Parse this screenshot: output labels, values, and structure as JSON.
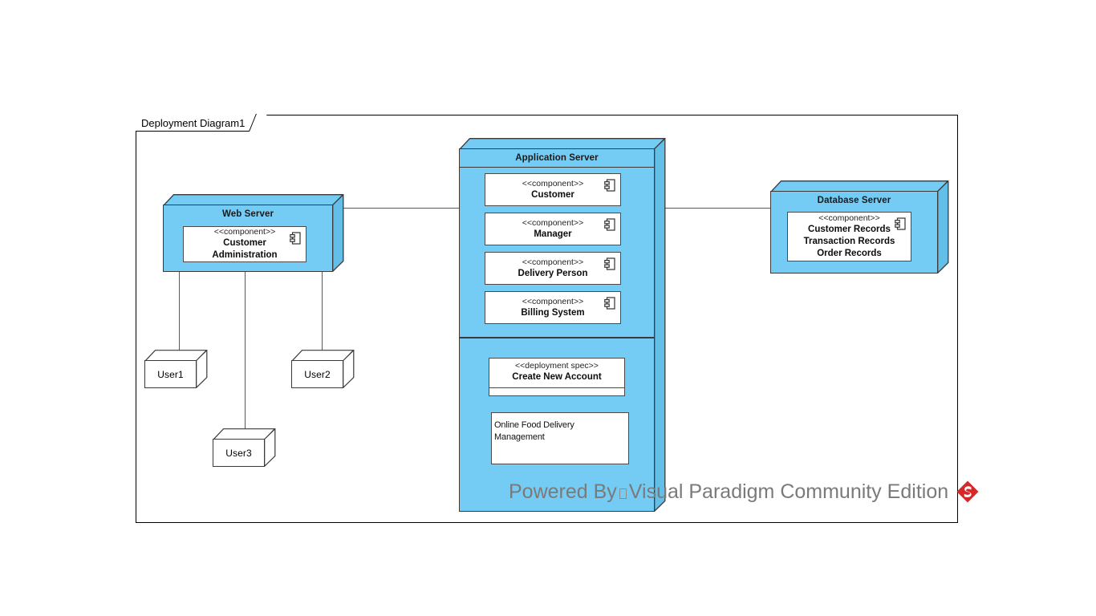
{
  "diagram": {
    "frame_label": "Deployment Diagram1",
    "colors": {
      "node_fill": "#74ccf4",
      "node_stroke": "#3a3a3a",
      "component_fill": "#ffffff",
      "connector": "#555a5e",
      "watermark_text": "#7a7a7a",
      "logo_red": "#d62828"
    }
  },
  "nodes": {
    "web_server": {
      "title": "Web Server",
      "component": {
        "stereotype": "<<component>>",
        "name_line1": "Customer",
        "name_line2": "Administration",
        "icon": "component-icon"
      }
    },
    "application_server": {
      "title": "Application Server",
      "components": [
        {
          "stereotype": "<<component>>",
          "name": "Customer",
          "icon": "component-icon"
        },
        {
          "stereotype": "<<component>>",
          "name": "Manager",
          "icon": "component-icon"
        },
        {
          "stereotype": "<<component>>",
          "name": "Delivery Person",
          "icon": "component-icon"
        },
        {
          "stereotype": "<<component>>",
          "name": "Billing System",
          "icon": "component-icon"
        }
      ],
      "deployment_spec": {
        "stereotype": "<<deployment spec>>",
        "name": "Create New Account"
      },
      "note": {
        "text": "Online Food Delivery Management"
      }
    },
    "database_server": {
      "title": "Database Server",
      "component": {
        "stereotype": "<<component>>",
        "line1": "Customer Records",
        "line2": "Transaction Records",
        "line3": "Order Records",
        "icon": "component-icon"
      }
    },
    "users": [
      {
        "label": "User1"
      },
      {
        "label": "User2"
      },
      {
        "label": "User3"
      }
    ]
  },
  "watermark": {
    "text_before": "Powered By",
    "text_after": "Visual Paradigm Community Edition",
    "logo": "visual-paradigm-logo"
  }
}
